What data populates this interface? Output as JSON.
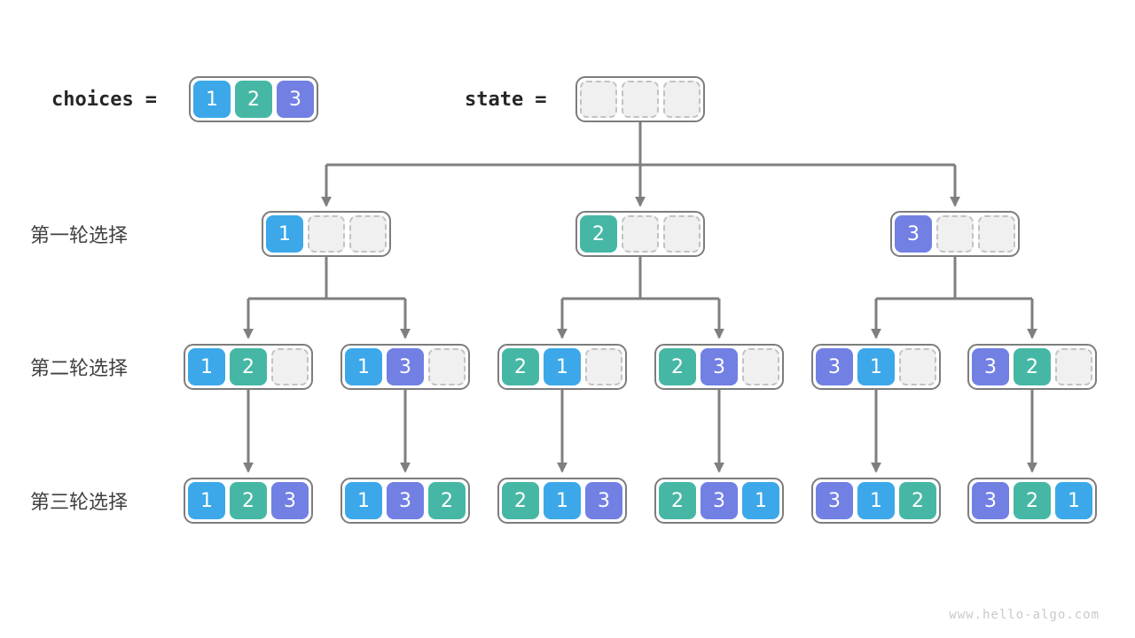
{
  "page": {
    "background": "#ffffff",
    "watermark": "www.hello-algo.com"
  },
  "palette": {
    "1": "#3CA8E9",
    "2": "#47B7A5",
    "3": "#7280E3",
    "line": "#7F7F7F",
    "box_border": "#7D7D7D",
    "empty_fill": "#F0F0F0",
    "empty_border": "#C2C2C2"
  },
  "header": {
    "choices_label": "choices",
    "state_label": "state",
    "equals": "=",
    "choices": [
      1,
      2,
      3
    ],
    "state": [
      null,
      null,
      null
    ]
  },
  "rows": [
    {
      "label": "第一轮选择",
      "nodes": [
        [
          1,
          null,
          null
        ],
        [
          2,
          null,
          null
        ],
        [
          3,
          null,
          null
        ]
      ]
    },
    {
      "label": "第二轮选择",
      "nodes": [
        [
          1,
          2,
          null
        ],
        [
          1,
          3,
          null
        ],
        [
          2,
          1,
          null
        ],
        [
          2,
          3,
          null
        ],
        [
          3,
          1,
          null
        ],
        [
          3,
          2,
          null
        ]
      ]
    },
    {
      "label": "第三轮选择",
      "nodes": [
        [
          1,
          2,
          3
        ],
        [
          1,
          3,
          2
        ],
        [
          2,
          1,
          3
        ],
        [
          2,
          3,
          1
        ],
        [
          3,
          1,
          2
        ],
        [
          3,
          2,
          1
        ]
      ]
    }
  ]
}
